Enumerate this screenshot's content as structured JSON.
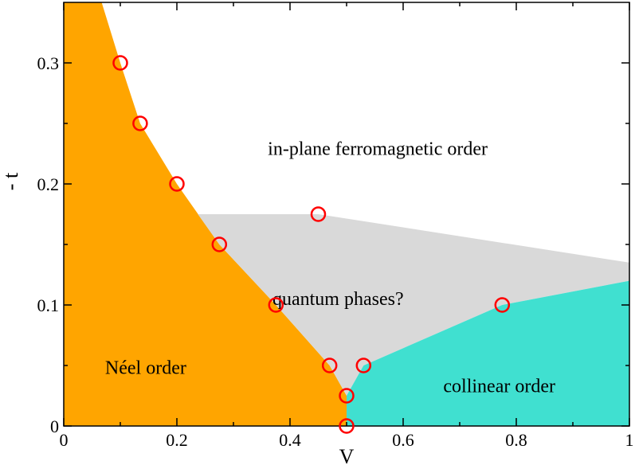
{
  "chart_data": {
    "type": "scatter",
    "title": "",
    "xlabel": "V",
    "ylabel": "- t",
    "xlim": [
      0,
      1
    ],
    "ylim": [
      0,
      0.35
    ],
    "x_ticks": [
      {
        "value": 0,
        "label": "0"
      },
      {
        "value": 0.2,
        "label": "0.2"
      },
      {
        "value": 0.4,
        "label": "0.4"
      },
      {
        "value": 0.6,
        "label": "0.6"
      },
      {
        "value": 0.8,
        "label": "0.8"
      },
      {
        "value": 1,
        "label": "1"
      }
    ],
    "y_ticks": [
      {
        "value": 0,
        "label": "0"
      },
      {
        "value": 0.1,
        "label": "0.1"
      },
      {
        "value": 0.2,
        "label": "0.2"
      },
      {
        "value": 0.3,
        "label": "0.3"
      }
    ],
    "x_minor_ticks": [
      0.1,
      0.3,
      0.5,
      0.7,
      0.9
    ],
    "y_minor_ticks": [
      0.05,
      0.15,
      0.25
    ],
    "grid": false,
    "regions": [
      {
        "id": "neel",
        "label": "Néel order",
        "color": "#FFA500",
        "label_at": [
          0.145,
          0.043
        ],
        "boundary": [
          [
            0,
            0
          ],
          [
            0,
            0.35
          ],
          [
            0.067,
            0.35
          ],
          [
            0.1,
            0.3
          ],
          [
            0.135,
            0.25
          ],
          [
            0.2,
            0.2
          ],
          [
            0.275,
            0.15
          ],
          [
            0.375,
            0.1
          ],
          [
            0.47,
            0.05
          ],
          [
            0.5,
            0.025
          ],
          [
            0.5,
            0
          ]
        ]
      },
      {
        "id": "quantum",
        "label": "quantum phases?",
        "color": "#D9D9D9",
        "label_at": [
          0.485,
          0.1
        ],
        "boundary": [
          [
            0.237,
            0.175
          ],
          [
            0.45,
            0.175
          ],
          [
            1,
            0.135
          ],
          [
            1,
            0.12
          ],
          [
            0.775,
            0.1
          ],
          [
            0.53,
            0.05
          ],
          [
            0.5,
            0.025
          ],
          [
            0.47,
            0.05
          ],
          [
            0.375,
            0.1
          ],
          [
            0.275,
            0.15
          ]
        ]
      },
      {
        "id": "collinear",
        "label": "collinear order",
        "color": "#40E0D0",
        "label_at": [
          0.77,
          0.028
        ],
        "boundary": [
          [
            0.5,
            0
          ],
          [
            0.5,
            0.025
          ],
          [
            0.53,
            0.05
          ],
          [
            0.775,
            0.1
          ],
          [
            1,
            0.12
          ],
          [
            1,
            0
          ]
        ]
      },
      {
        "id": "ferro",
        "label": "in-plane ferromagnetic order",
        "color": "#FFFFFF",
        "label_at": [
          0.555,
          0.224
        ]
      }
    ],
    "series": [
      {
        "marker": "open-circle",
        "color": "#FF0000",
        "points": [
          {
            "x": 0.1,
            "y": 0.3
          },
          {
            "x": 0.135,
            "y": 0.25
          },
          {
            "x": 0.2,
            "y": 0.2
          },
          {
            "x": 0.275,
            "y": 0.15
          },
          {
            "x": 0.375,
            "y": 0.1
          },
          {
            "x": 0.45,
            "y": 0.175
          },
          {
            "x": 0.47,
            "y": 0.05
          },
          {
            "x": 0.53,
            "y": 0.05
          },
          {
            "x": 0.5,
            "y": 0.025
          },
          {
            "x": 0.5,
            "y": 0
          },
          {
            "x": 0.775,
            "y": 0.1
          }
        ]
      }
    ]
  }
}
